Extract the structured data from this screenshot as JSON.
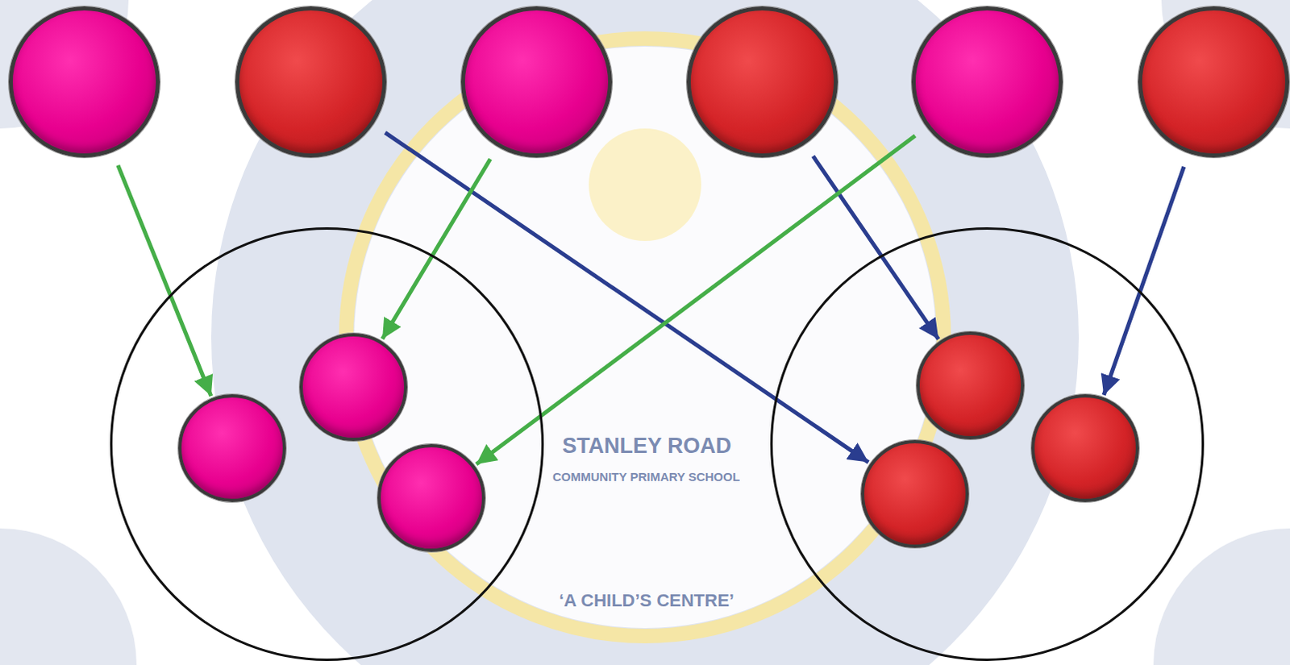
{
  "diagram": {
    "nodes": [
      {
        "text": []
      },
      {
        "text": []
      },
      {
        "text": []
      },
      {
        "text": []
      },
      {
        "text": []
      },
      {
        "text": []
      },
      {
        "text": []
      },
      {
        "text": [],
        "in": 6
      },
      {
        "text": [],
        "in": 6
      },
      {
        "text": [],
        "in": 6
      },
      {
        "text": []
      },
      {
        "text": [],
        "in": 10
      },
      {
        "text": [],
        "in": 10
      },
      {
        "text": [],
        "in": 10
      }
    ],
    "edges": [
      {
        "from": 0,
        "to": 8,
        "arrow": "to"
      },
      {
        "from": 1,
        "to": 13,
        "arrow": "to"
      },
      {
        "from": 2,
        "to": 7,
        "arrow": "to"
      },
      {
        "from": 3,
        "to": 11,
        "arrow": "to"
      },
      {
        "from": 4,
        "to": 9,
        "arrow": "to"
      },
      {
        "from": 5,
        "to": 12,
        "arrow": "to"
      }
    ],
    "labels": [
      "STANLEY ROAD",
      "COMMUNITY PRIMARY SCHOOL",
      "‘A CHILD’S CENTRE’"
    ]
  }
}
